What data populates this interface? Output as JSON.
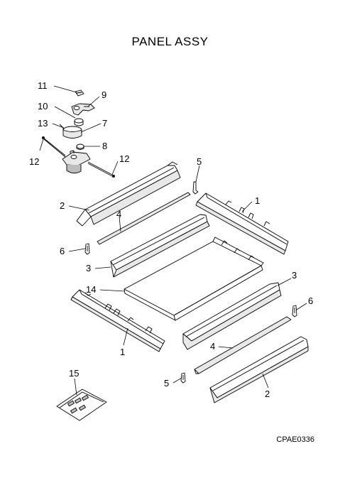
{
  "title": "PANEL ASSY",
  "diagram_code": "CPAE0336",
  "callouts": {
    "c11": "11",
    "c9": "9",
    "c10": "10",
    "c13": "13",
    "c7": "7",
    "c8": "8",
    "c12a": "12",
    "c12b": "12",
    "c5a": "5",
    "c1a": "1",
    "c2a": "2",
    "c4a": "4",
    "c6a": "6",
    "c3a": "3",
    "c14": "14",
    "c3b": "3",
    "c6b": "6",
    "c1b": "1",
    "c4b": "4",
    "c5b": "5",
    "c2b": "2",
    "c15": "15"
  }
}
